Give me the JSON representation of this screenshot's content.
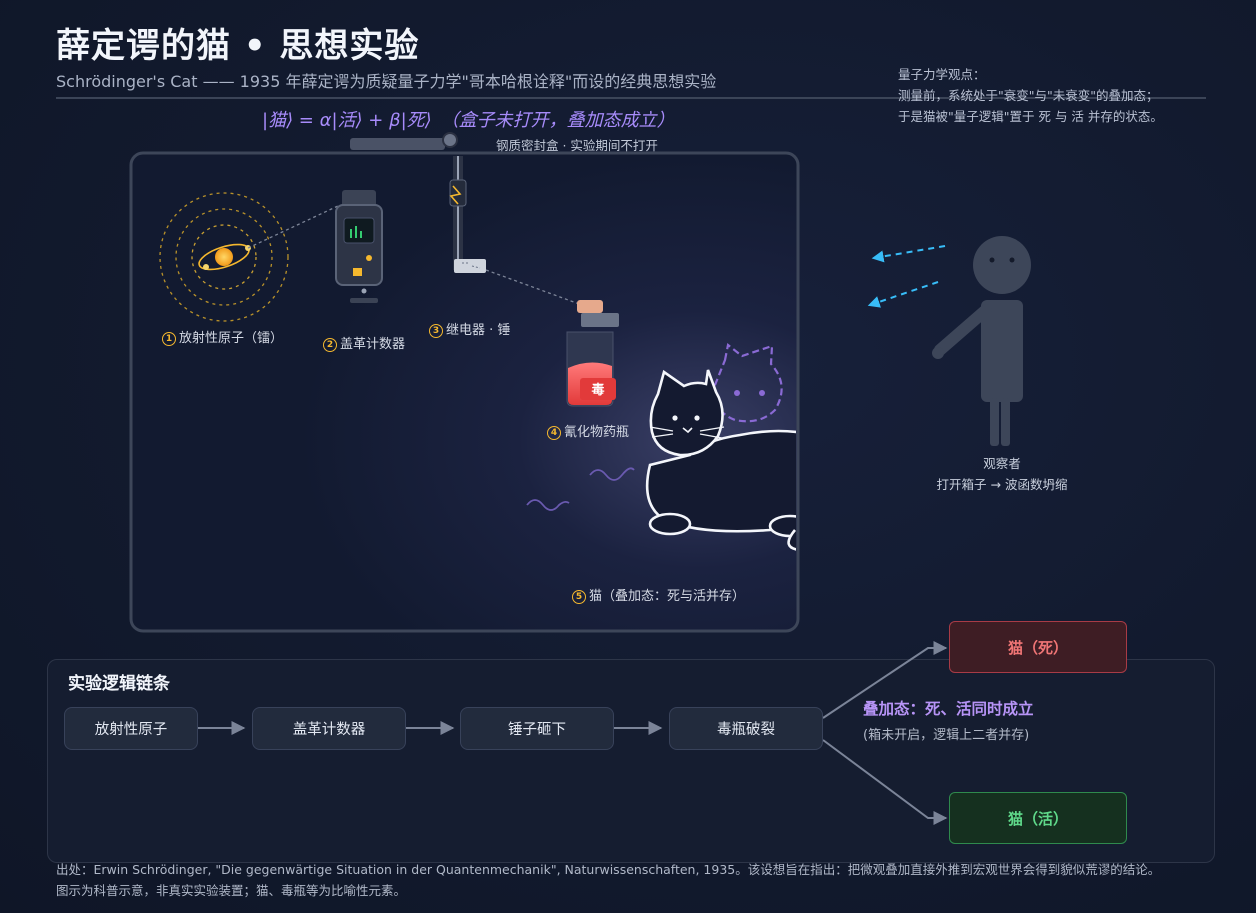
{
  "header": {
    "title": "薛定谔的猫 • 思想实验",
    "subtitle": "Schrödinger's Cat —— 1935 年薛定谔为质疑量子力学\"哥本哈根诠释\"而设的经典思想实验",
    "formula": "|猫⟩ = α|活⟩ + β|死⟩　（盒子未打开，叠加态成立）"
  },
  "quantum_view": {
    "lines": [
      "量子力学观点：",
      "测量前，系统处于\"衰变\"与\"未衰变\"的叠加态；",
      "于是猫被\"量子逻辑\"置于 死 与 活 并存的状态。"
    ]
  },
  "box": {
    "label": "钢质密封盒 · 实验期间不打开",
    "components": [
      {
        "num": "1",
        "label": "放射性原子（镭）"
      },
      {
        "num": "2",
        "label": "盖革计数器"
      },
      {
        "num": "3",
        "label": "继电器 · 锤"
      },
      {
        "num": "4",
        "label": "氰化物药瓶"
      },
      {
        "num": "5",
        "label": "猫（叠加态：死与活并存）"
      }
    ],
    "poison_label": "毒"
  },
  "observer": {
    "line1": "观察者",
    "line2": "打开箱子 → 波函数坍缩"
  },
  "chain": {
    "title": "实验逻辑链条",
    "steps": [
      "放射性原子",
      "盖革计数器",
      "锤子砸下",
      "毒瓶破裂"
    ],
    "superposition": "叠加态：死、活同时成立",
    "superposition_note": "(箱未开启，逻辑上二者并存)",
    "outcome_dead": "猫（死）",
    "outcome_alive": "猫（活）"
  },
  "footer": {
    "line1": "出处：Erwin Schrödinger, \"Die gegenwärtige Situation in der Quantenmechanik\", Naturwissenschaften, 1935。该设想旨在指出：把微观叠加直接外推到宏观世界会得到貌似荒谬的结论。",
    "line2": "图示为科普示意，非真实实验装置；猫、毒瓶等为比喻性元素。"
  },
  "colors": {
    "accent_purple": "#a78bfa",
    "accent_gold": "#f5b82e",
    "dead": "#f07575",
    "alive": "#5fd98a",
    "arrow_blue": "#38bdf8"
  },
  "icons": [
    "atom-icon",
    "geiger-counter-icon",
    "relay-hammer-icon",
    "poison-bottle-icon",
    "cat-icon",
    "observer-icon",
    "arrow-icon"
  ]
}
